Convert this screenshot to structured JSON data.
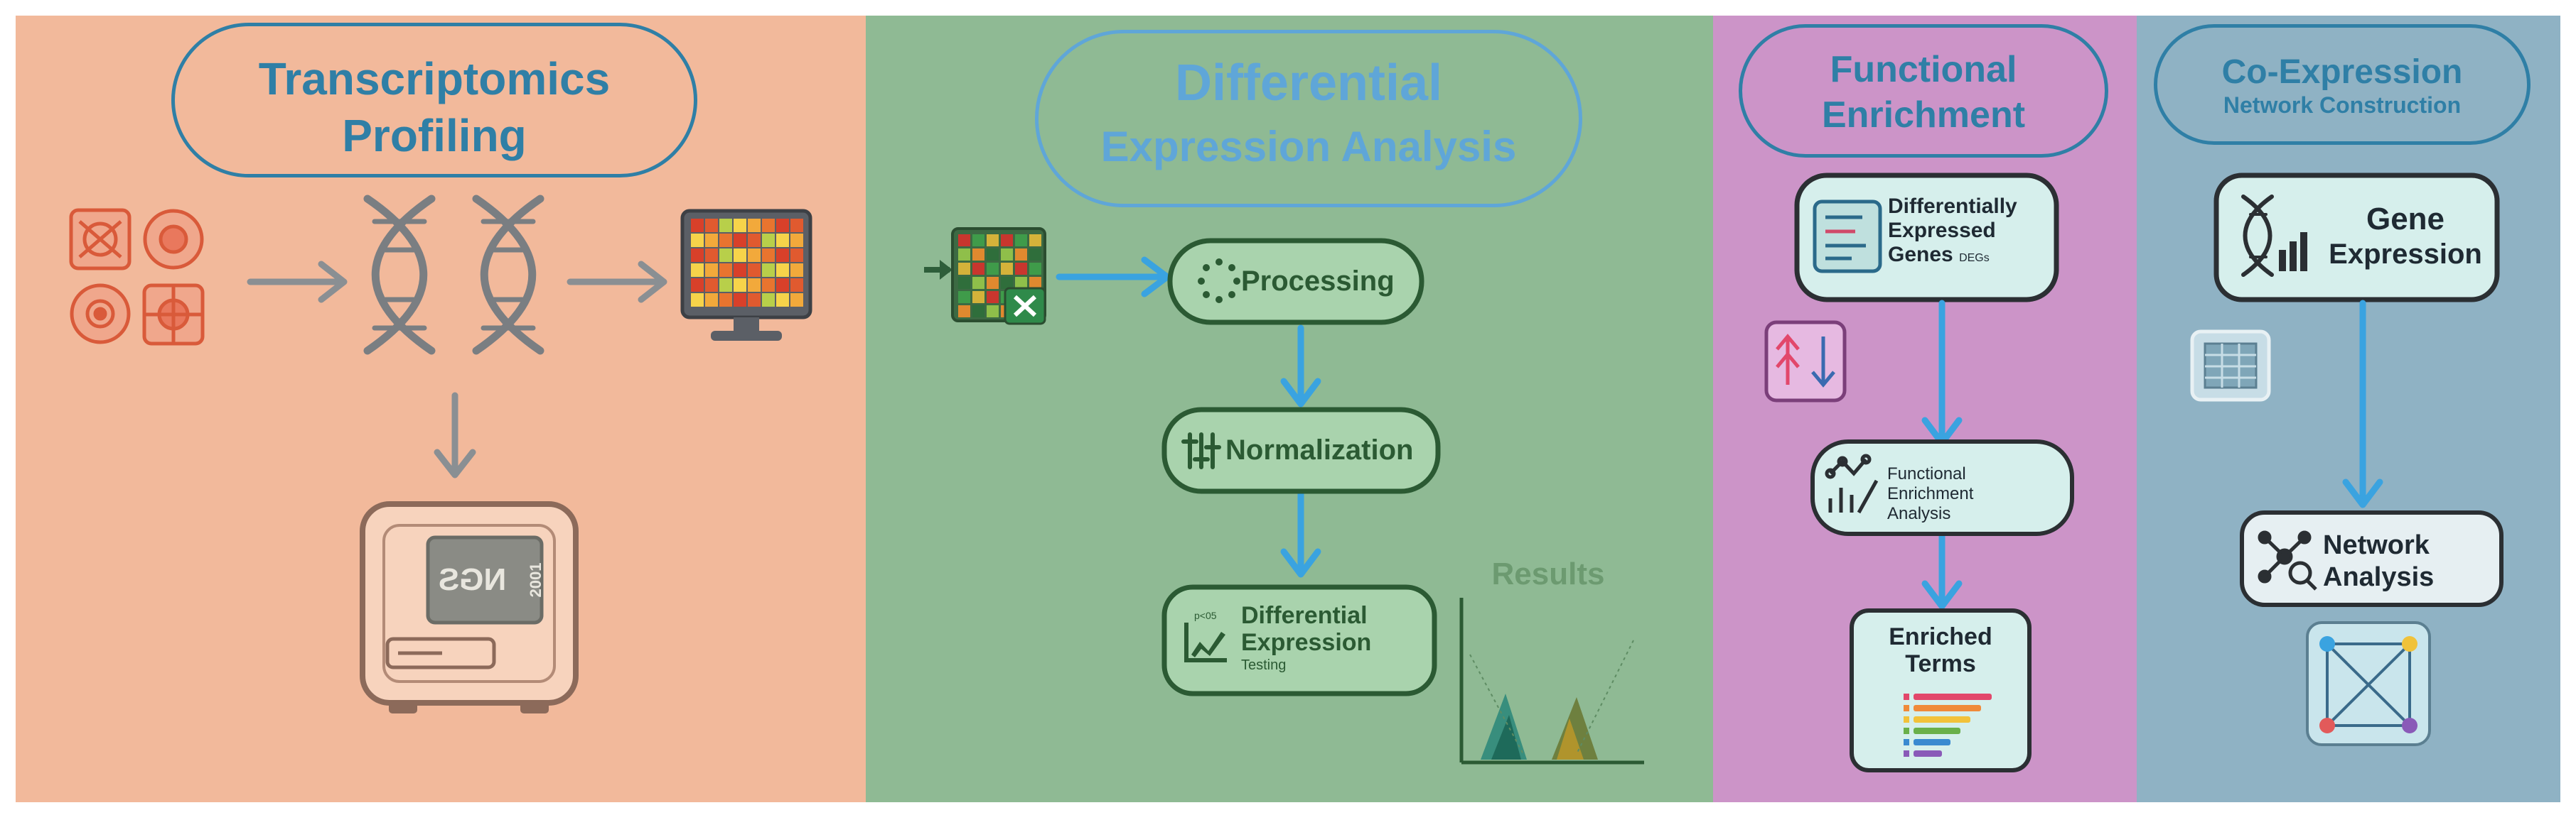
{
  "panels": {
    "transcriptomics": {
      "title_line1": "Transcriptomics",
      "title_line2": "Profiling",
      "sequencer_label": "NGS",
      "sequencer_side": "2001",
      "bg_color": "#f2b99b",
      "accent_color": "#2f7fa6"
    },
    "differential": {
      "title_line1": "Differential",
      "title_line2": "Expression Analysis",
      "steps": {
        "processing": "Processing",
        "normalization": "Normalization",
        "testing_line1": "Differential",
        "testing_line2": "Expression",
        "testing_line3": "Testing"
      },
      "results_label": "Results",
      "bg_color": "#8fba94"
    },
    "enrichment": {
      "title_line1": "Functional",
      "title_line2": "Enrichment",
      "degs_line1": "Differentially",
      "degs_line2": "Expressed",
      "degs_line3": "Genes",
      "degs_suffix": "DEGs",
      "analysis_line1": "Functional",
      "analysis_line2": "Enrichment",
      "analysis_line3": "Analysis",
      "terms_line1": "Enriched",
      "terms_line2": "Terms",
      "bg_color": "#cc94c8"
    },
    "coexpression": {
      "title_line1": "Co-Expression",
      "title_line2": "Network Construction",
      "gene_line1": "Gene",
      "gene_line2": "Expression",
      "network_line1": "Network",
      "network_line2": "Analysis",
      "bg_color": "#8fb2c4"
    }
  },
  "colors": {
    "arrow_blue": "#3aa3e0",
    "arrow_gray": "#8a8f93",
    "node_fill": "#d6efec"
  }
}
